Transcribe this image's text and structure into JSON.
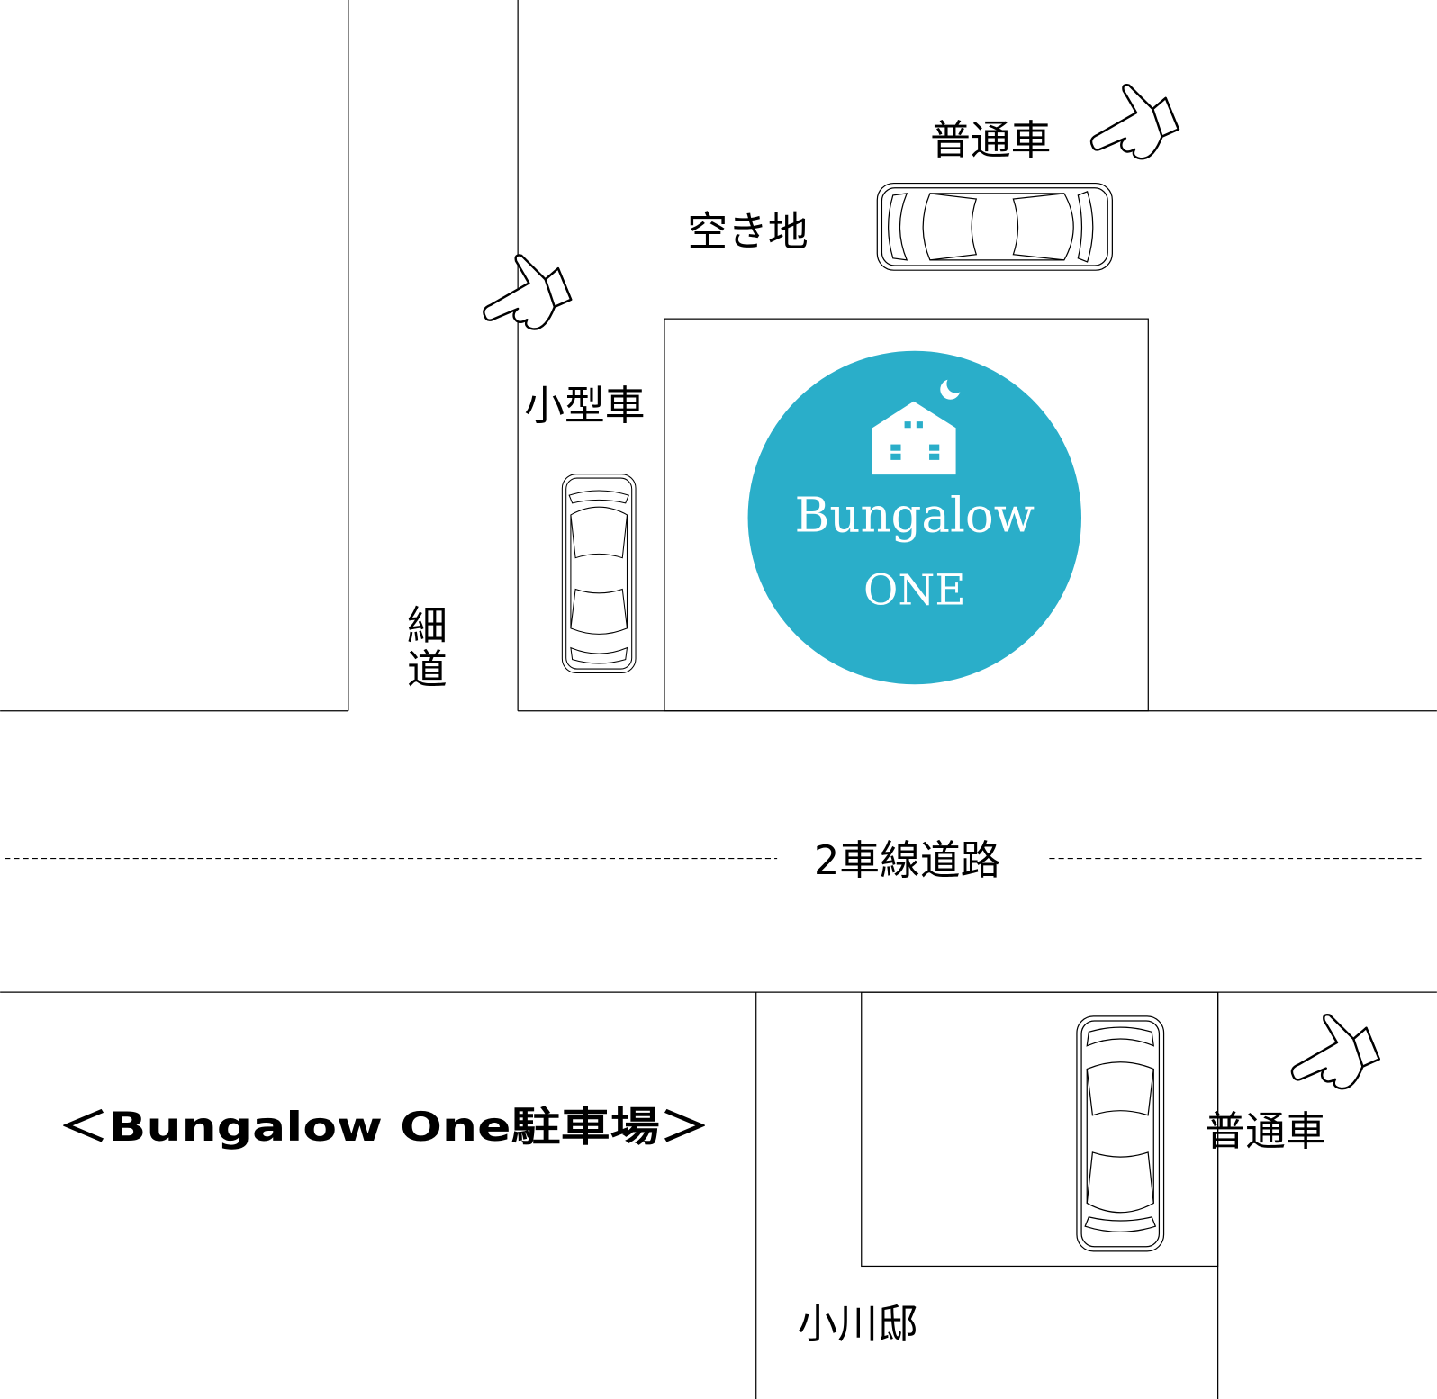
{
  "title": "＜Bungalow One駐車場＞",
  "labels": {
    "regular_car_top": "普通車",
    "vacant_lot": "空き地",
    "compact_car": "小型車",
    "narrow_road_1": "細",
    "narrow_road_2": "道",
    "two_lane_road": "2車線道路",
    "ogawa_residence": "小川邸",
    "regular_car_bottom": "普通車"
  },
  "logo": {
    "line1": "Bungalow",
    "line2": "ONE",
    "color": "#2aaec9"
  }
}
